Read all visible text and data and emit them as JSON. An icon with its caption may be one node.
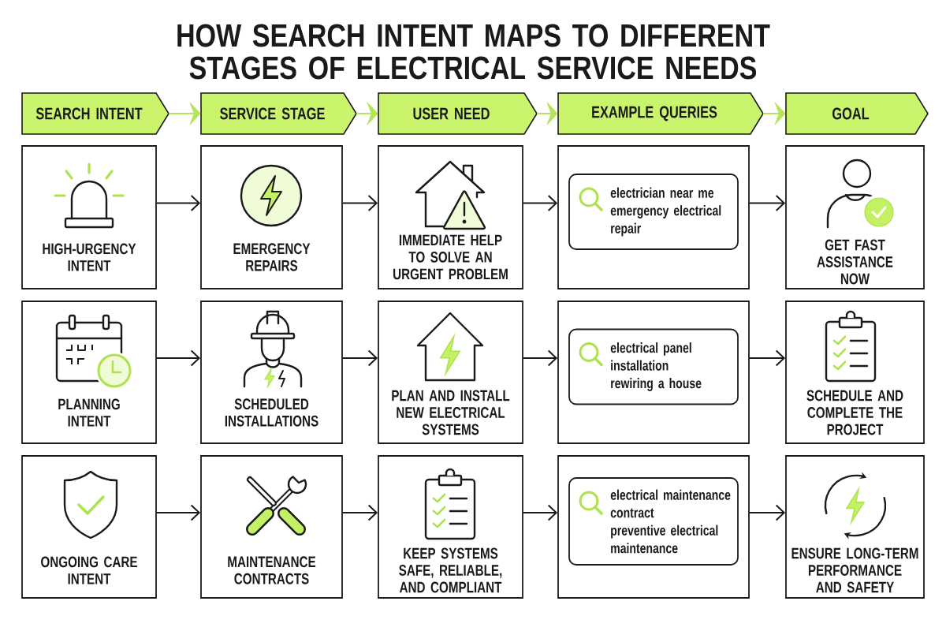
{
  "diagram": {
    "title": "HOW SEARCH INTENT MAPS TO DIFFERENT STAGES OF ELECTRICAL SERVICE NEEDS",
    "nodes": [
      {
        "text": [
          "SEARCH INTENT"
        ]
      },
      {
        "text": [
          "SERVICE STAGE"
        ]
      },
      {
        "text": [
          "USER NEED"
        ]
      },
      {
        "text": [
          "EXAMPLE QUERIES"
        ]
      },
      {
        "text": [
          "GOAL"
        ]
      },
      {
        "text": [
          "HIGH-URGENCY INTENT"
        ]
      },
      {
        "text": [
          "EMERGENCY REPAIRS"
        ]
      },
      {
        "text": [
          "IMMEDIATE HELP TO SOLVE AN URGENT PROBLEM"
        ]
      },
      {
        "text": [],
        "shape": "box"
      },
      {
        "text": [
          "electrician near me",
          "emergency electrical repair"
        ],
        "in": 8
      },
      {
        "text": [
          "GET FAST ASSISTANCE NOW"
        ]
      },
      {
        "text": [
          "PLANNING INTENT"
        ]
      },
      {
        "text": [
          "SCHEDULED INSTALLATIONS"
        ]
      },
      {
        "text": [
          "PLAN AND INSTALL NEW ELECTRICAL SYSTEMS"
        ]
      },
      {
        "text": [],
        "shape": "box"
      },
      {
        "text": [
          "electrical panel installation",
          "rewiring a house"
        ],
        "in": 14
      },
      {
        "text": [
          "SCHEDULE AND COMPLETE THE PROJECT"
        ]
      },
      {
        "text": [
          "ONGOING CARE INTENT"
        ]
      },
      {
        "text": [
          "MAINTENANCE CONTRACTS"
        ]
      },
      {
        "text": [
          "KEEP SYSTEMS SAFE, RELIABLE, AND COMPLIANT"
        ]
      },
      {
        "text": [],
        "shape": "box"
      },
      {
        "text": [
          "electrical maintenance contract",
          "preventive electrical maintenance"
        ],
        "in": 20
      },
      {
        "text": [
          "ENSURE LONG-TERM PERFORMANCE AND SAFETY"
        ]
      }
    ],
    "edges": [
      {
        "from": 0,
        "to": 1,
        "arrow": "to",
        "color": "#b5e35a"
      },
      {
        "from": 1,
        "to": 2,
        "arrow": "to",
        "color": "#b5e35a"
      },
      {
        "from": 2,
        "to": 3,
        "arrow": "to",
        "color": "#b5e35a"
      },
      {
        "from": 3,
        "to": 4,
        "arrow": "to",
        "color": "#b5e35a"
      },
      {
        "from": 5,
        "to": 6,
        "arrow": "to"
      },
      {
        "from": 6,
        "to": 7,
        "arrow": "to"
      },
      {
        "from": 7,
        "to": 8,
        "arrow": "to"
      },
      {
        "from": 8,
        "to": 10,
        "arrow": "to"
      },
      {
        "from": 11,
        "to": 12,
        "arrow": "to"
      },
      {
        "from": 12,
        "to": 13,
        "arrow": "to"
      },
      {
        "from": 13,
        "to": 14,
        "arrow": "to"
      },
      {
        "from": 14,
        "to": 16,
        "arrow": "to"
      },
      {
        "from": 17,
        "to": 18,
        "arrow": "to"
      },
      {
        "from": 18,
        "to": 19,
        "arrow": "to"
      },
      {
        "from": 19,
        "to": 20,
        "arrow": "to"
      },
      {
        "from": 20,
        "to": 22,
        "arrow": "to"
      }
    ]
  }
}
